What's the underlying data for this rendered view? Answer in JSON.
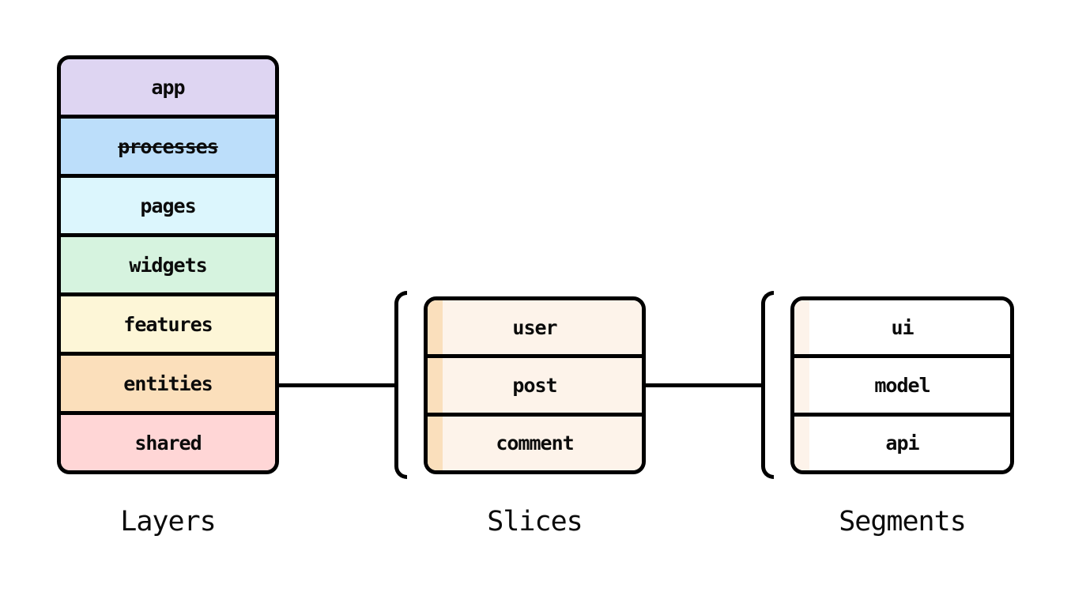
{
  "background": "#ffffff",
  "border_color": "#000000",
  "text_color": "#0b0b0b",
  "layers": {
    "caption": "Layers",
    "items": [
      {
        "label": "app",
        "color": "#ded5f2",
        "deprecated": false
      },
      {
        "label": "processes",
        "color": "#bcdefa",
        "deprecated": true
      },
      {
        "label": "pages",
        "color": "#dcf6fd",
        "deprecated": false
      },
      {
        "label": "widgets",
        "color": "#d6f3df",
        "deprecated": false
      },
      {
        "label": "features",
        "color": "#fdf6d7",
        "deprecated": false
      },
      {
        "label": "entities",
        "color": "#fbdfbb",
        "deprecated": false
      },
      {
        "label": "shared",
        "color": "#ffd6d6",
        "deprecated": false
      }
    ]
  },
  "slices": {
    "caption": "Slices",
    "fill": "#fdf3ea",
    "stripe": "#fadfbc",
    "items": [
      {
        "label": "user"
      },
      {
        "label": "post"
      },
      {
        "label": "comment"
      }
    ]
  },
  "segments": {
    "caption": "Segments",
    "fill": "#ffffff",
    "stripe": "#fdf3ea",
    "items": [
      {
        "label": "ui"
      },
      {
        "label": "model"
      },
      {
        "label": "api"
      }
    ]
  }
}
